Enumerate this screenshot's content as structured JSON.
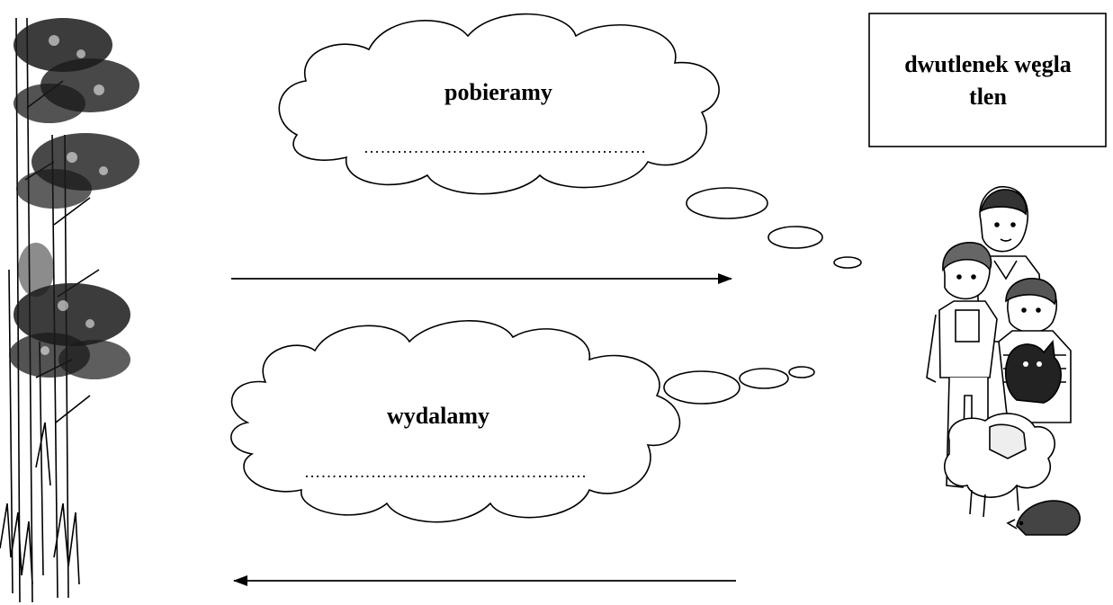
{
  "top_cloud": {
    "label": "pobieramy",
    "blank": "……………………………………………"
  },
  "bottom_cloud": {
    "label": "wydalamy",
    "blank": "……………………………………………"
  },
  "word_box": {
    "words": [
      "dwutlenek węgla",
      "tlen"
    ]
  },
  "illustrations": {
    "left": "trees",
    "right": "people-and-animals"
  },
  "colors": {
    "ink": "#000000",
    "paper": "#ffffff"
  }
}
